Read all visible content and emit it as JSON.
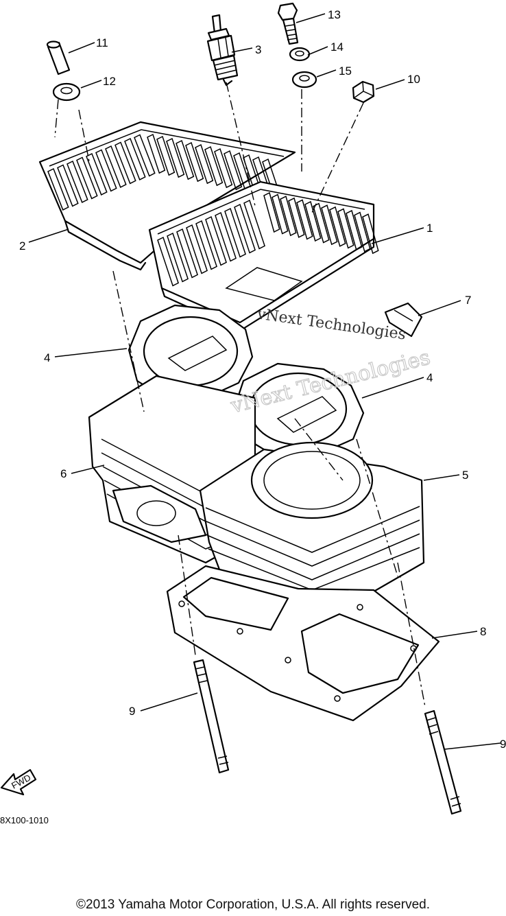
{
  "callouts": {
    "c1": "1",
    "c2": "2",
    "c3": "3",
    "c4a": "4",
    "c4b": "4",
    "c5": "5",
    "c6": "6",
    "c7": "7",
    "c8": "8",
    "c9a": "9",
    "c9b": "9",
    "c10": "10",
    "c11": "11",
    "c12": "12",
    "c13": "13",
    "c14": "14",
    "c15": "15"
  },
  "fwd_label": "FWD",
  "part_code": "8X100-1010",
  "watermark": {
    "brand": "vNext Technologies"
  },
  "copyright": "©2013 Yamaha Motor Corporation, U.S.A. All rights reserved.",
  "colors": {
    "line": "#000000",
    "background": "#ffffff",
    "watermark": "#c8c8c8"
  }
}
